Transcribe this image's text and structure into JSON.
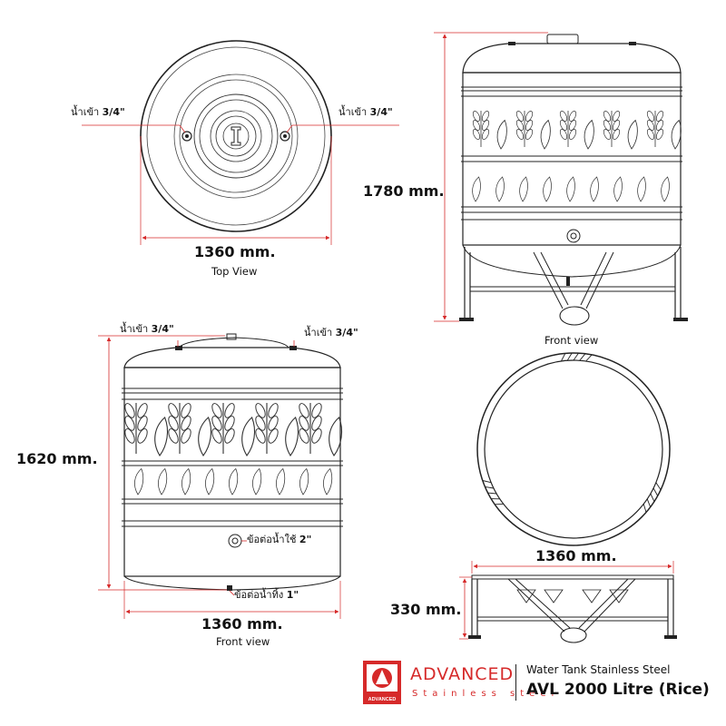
{
  "top_view": {
    "inlet_left": {
      "label": "น้ำเข้า",
      "size": "3/4\""
    },
    "inlet_right": {
      "label": "น้ำเข้า",
      "size": "3/4\""
    },
    "width": "1360 mm.",
    "caption": "Top View"
  },
  "front_view_stand": {
    "height": "1780 mm.",
    "caption": "Front view"
  },
  "front_view_tank": {
    "inlet_left": {
      "label": "น้ำเข้า",
      "size": "3/4\""
    },
    "inlet_right": {
      "label": "น้ำเข้า",
      "size": "3/4\""
    },
    "outlet": {
      "label": "ข้อต่อน้ำใช้",
      "size": "2\""
    },
    "drain": {
      "label": "ข้อต่อน้ำทิ้ง",
      "size": "1\""
    },
    "height": "1620 mm.",
    "width": "1360 mm.",
    "caption": "Front view"
  },
  "stand_views": {
    "width": "1360 mm.",
    "height": "330 mm."
  },
  "brand": {
    "name": "ADVANCED",
    "sub": "Stainless steel",
    "logo_text": "ADVANCED",
    "product_line": "Water Tank Stainless Steel",
    "model": "AVL 2000 Litre (Rice)",
    "accent": "#d62a2a"
  }
}
